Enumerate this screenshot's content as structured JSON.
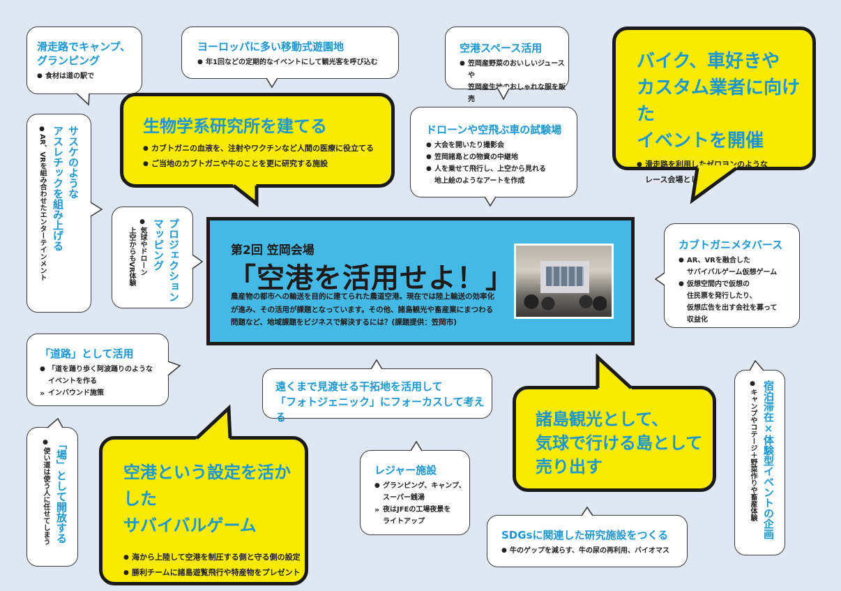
{
  "colors": {
    "background": "#dfe8f2",
    "title_blue": "#1a96d2",
    "yellow": "#f8ea00",
    "central_blue": "#45b9e5",
    "border_dark": "#1e1a19"
  },
  "central": {
    "subtitle": "第2回 笠岡会場",
    "title": "「空港を活用せよ！」",
    "description": "農産物の都市への輸送を目的に建てられた農道空港。現在では陸上輸送の効率化が進み、その活用が課題となっています。その他、諸島観光や畜産業にまつわる問題など、地域課題をビジネスで解決するには？(課題提供：笠岡市)"
  },
  "bubbles": {
    "camp": {
      "title": "滑走路でキャンプ、\nグランピング",
      "items": [
        "食材は道の駅で"
      ]
    },
    "europe": {
      "title": "ヨーロッパに多い移動式遊園地",
      "items": [
        "年1回などの定期的なイベントにして観光客を呼び込む"
      ]
    },
    "bio": {
      "title": "生物学系研究所を建てる",
      "items": [
        "カブトガニの血液を、注射やワクチンなど人間の医療に役立てる",
        "ご当地のカブトガニや牛のことを更に研究する施設"
      ]
    },
    "sasuke": {
      "title": "サスケのような\nアスレチックを組み上げる",
      "items": [
        "AR、VRを組み合わせたエンターテインメント"
      ]
    },
    "projection": {
      "title": "プロジェクション\nマッピング",
      "items": [
        "気球やドローン\n上空からもVR体験"
      ]
    },
    "space": {
      "title": "空港スペース活用",
      "items": [
        "笠岡産野菜のおいしいジュースや\n笠岡産生地のおしゃれな服を販売"
      ]
    },
    "drone": {
      "title": "ドローンや空飛ぶ車の試験場",
      "items": [
        "大会を開いたり撮影会",
        "笠岡諸島との物資の中継地",
        "人を乗せて飛行し、上空から見れる\n地上絵のようなアートを作成"
      ]
    },
    "bike": {
      "title": "バイク、車好きや\nカスタム業者に向けた\nイベントを開催",
      "items": [
        "滑走路を利用したゼロヨンのような\nレース会場として"
      ]
    },
    "metaverse": {
      "title": "カブトガニメタバース",
      "items": [
        "AR、VRを融合した\nサバイバルゲーム仮想ゲーム",
        "仮想空間内で仮想の\n住民票を発行したり、\n仮想広告を出す会社を募って\n収益化"
      ]
    },
    "road": {
      "title": "「道路」として活用",
      "items": [
        "「道を踊り歩く阿波踊りのような\nイベントを作る"
      ],
      "arrow_items": [
        "インバウンド施策"
      ]
    },
    "photogenic": {
      "title": "遠くまで見渡せる干拓地を活用して\n「フォトジェニック」にフォーカスして考える"
    },
    "place": {
      "title": "「場」として開放する",
      "items": [
        "使い道は使う人に任せてしまう"
      ]
    },
    "survival": {
      "title": "空港という設定を活かした\nサバイバルゲーム",
      "items": [
        "海から上陸して空港を制圧する側と守る側の設定",
        "勝利チームに諸島遊覧飛行や特産物をプレゼント"
      ]
    },
    "leisure": {
      "title": "レジャー施設",
      "items": [
        "グランピング、キャンプ、\nスーパー銭湯"
      ],
      "arrow_items": [
        "夜はJFEの工場夜景を\nライトアップ"
      ]
    },
    "islands": {
      "title": "諸島観光として、\n気球で行ける島として\n売り出す"
    },
    "sdgs": {
      "title": "SDGsに関連した研究施設をつくる",
      "items": [
        "牛のゲップを減らす、牛の尿の再利用、バイオマス"
      ]
    },
    "stay": {
      "title": "宿泊滞在×体験型イベントの企画",
      "items": [
        "キャンプやコテージ＋野菜作りや畜産体験"
      ]
    }
  }
}
